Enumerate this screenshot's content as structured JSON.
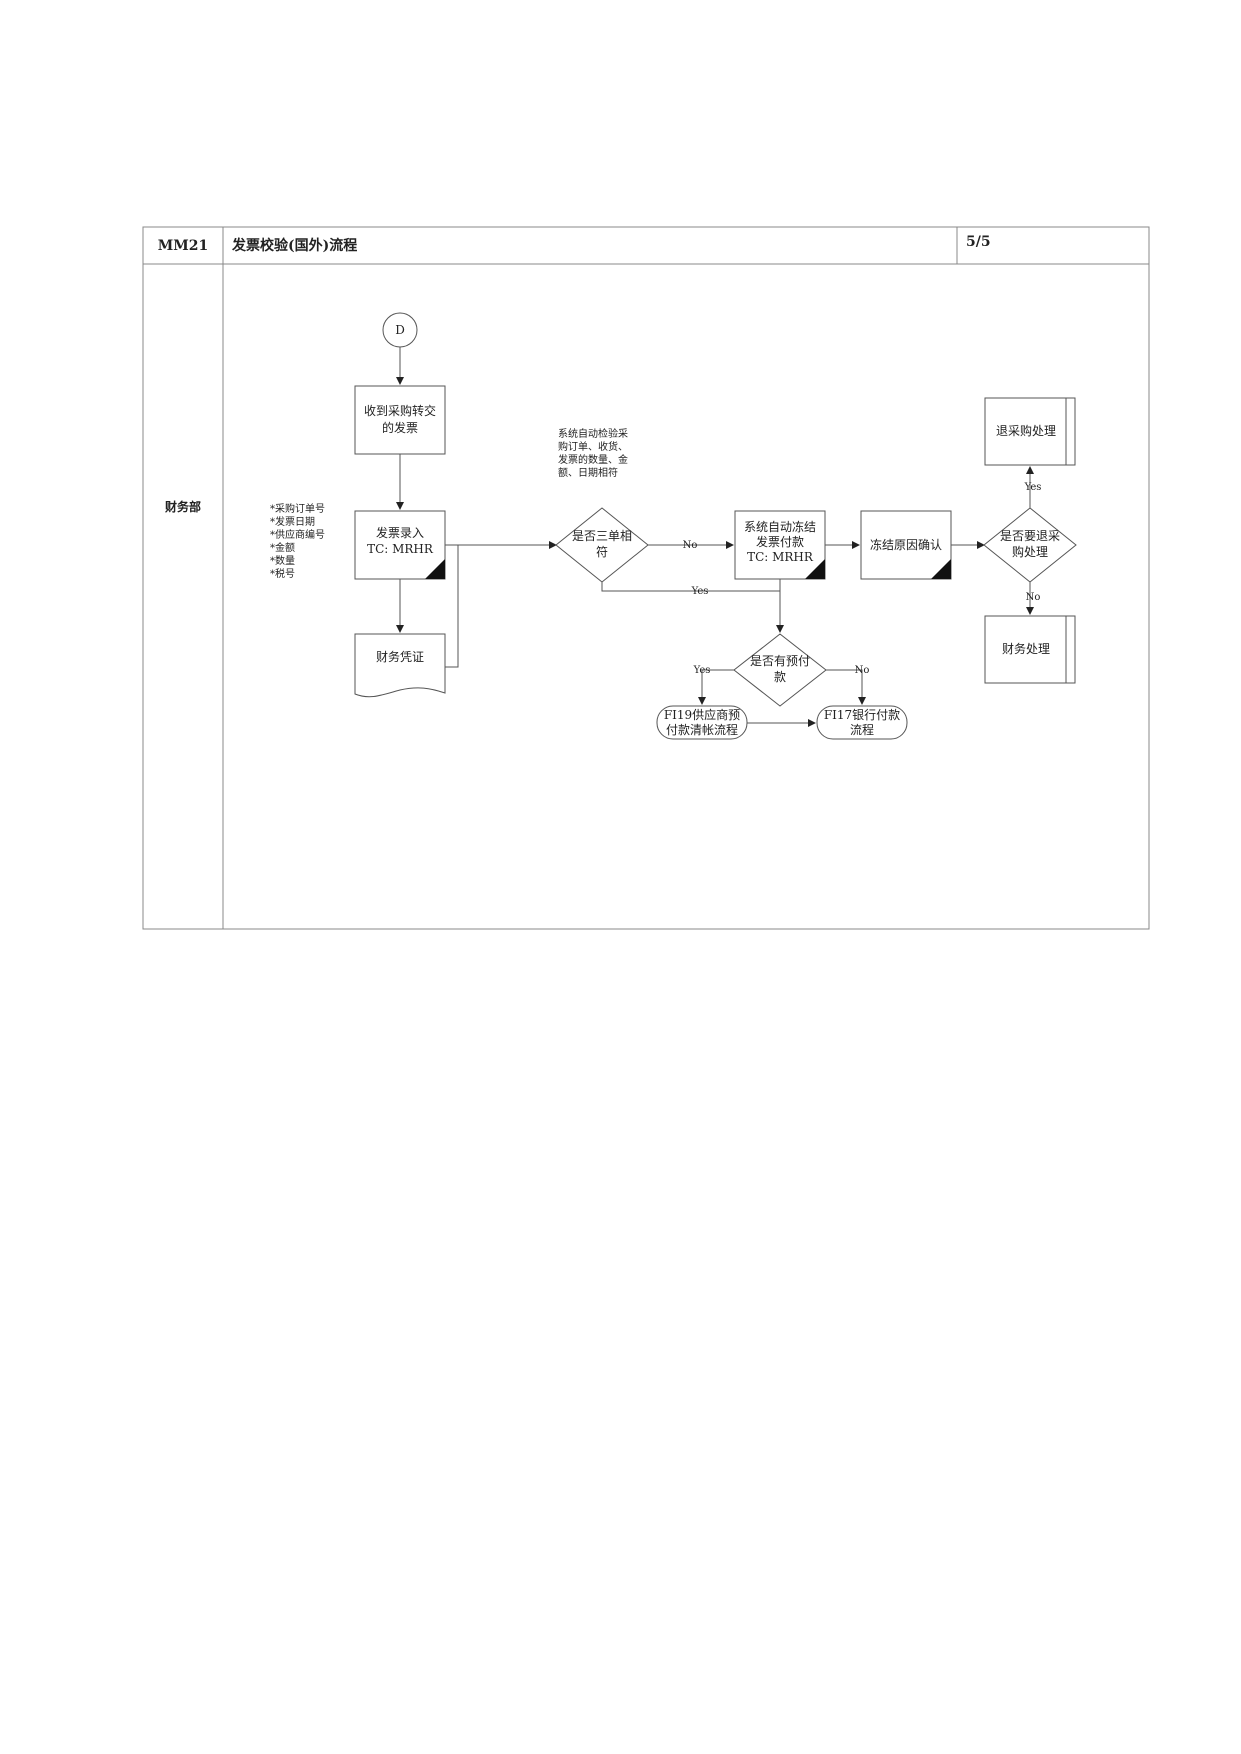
{
  "header": {
    "code": "MM21",
    "title": "发票校验(国外)流程",
    "page": "5/5"
  },
  "lane": {
    "label": "财务部"
  },
  "nodes": {
    "connector_d": "D",
    "receive_line1": "收到采购转交",
    "receive_line2": "的发票",
    "entry_line1": "发票录入",
    "entry_line2": "TC: MRHR",
    "voucher": "财务凭证",
    "check_line1": "是否三单相",
    "check_line2": "符",
    "freeze_line1": "系统自动冻结",
    "freeze_line2": "发票付款",
    "freeze_line3": "TC: MRHR",
    "confirm": "冻结原因确认",
    "return_q_line1": "是否要退采",
    "return_q_line2": "购处理",
    "return_proc": "退采购处理",
    "fin_proc": "财务处理",
    "prepay_q_line1": "是否有预付",
    "prepay_q_line2": "款",
    "fi19_line1": "FI19供应商预",
    "fi19_line2": "付款清帐流程",
    "fi17_line1": "FI17银行付款",
    "fi17_line2": "流程"
  },
  "notes": {
    "fields": [
      "*采购订单号",
      "*发票日期",
      "*供应商编号",
      "*金额",
      "*数量",
      "*税号"
    ],
    "auto_check": [
      "系统自动检验采",
      "购订单、收货、",
      "发票的数量、金",
      "额、日期相符"
    ]
  },
  "edge_labels": {
    "no1": "No",
    "yes1": "Yes",
    "yes_return": "Yes",
    "no_return": "No",
    "yes_prepay": "Yes",
    "no_prepay": "No"
  }
}
